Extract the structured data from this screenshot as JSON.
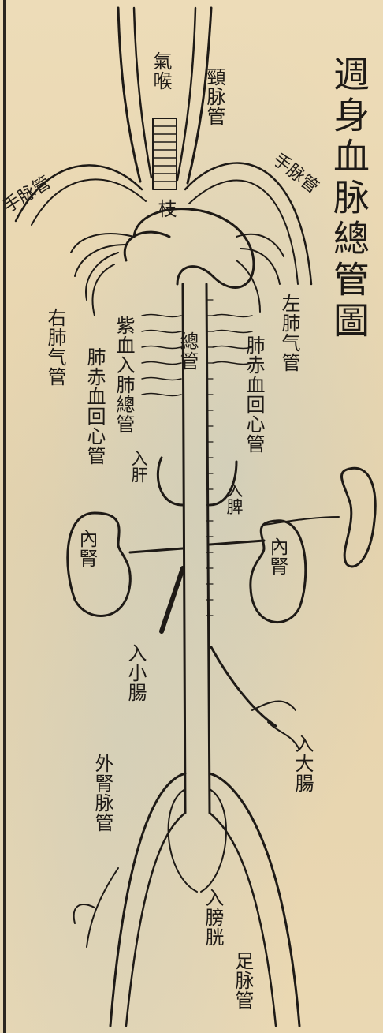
{
  "title": "週身血脉總管圖",
  "labels": {
    "qi_hou": "氣喉",
    "jing_mai_guan": "頸脉管",
    "shou_mai_guan_right": "手脉管",
    "shou_mai_guan_left": "手脉管",
    "jie": "枝",
    "right_lung_qi_guan": "右肺气管",
    "left_lung_qi_guan": "左肺气管",
    "zi_xue_ru_fei": "紫血入肺總管",
    "fei_chi_xue_hui_xin_right": "肺赤血回心管",
    "fei_chi_xue_hui_xin_left": "肺赤血回心管",
    "zong_guan": "總管",
    "ru_gan": "入肝",
    "ru_pi": "入脾",
    "nei_shen_left": "內腎",
    "nei_shen_right": "內腎",
    "ru_xiao_chang": "入小腸",
    "ru_da_chang": "入大腸",
    "wai_shen_mai_guan": "外腎脉管",
    "ru_pang_guang": "入膀胱",
    "zu_mai_guan": "足脉管"
  },
  "colors": {
    "paper": "#ead9b5",
    "ink": "#1e1a16",
    "stain": "#b7c8ca"
  }
}
